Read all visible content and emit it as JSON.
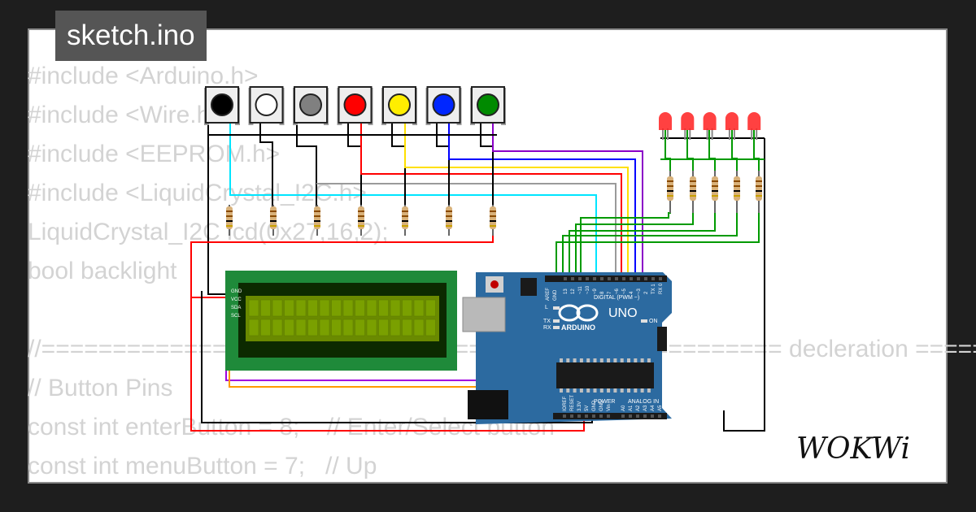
{
  "header": {
    "file_name": "sketch.ino"
  },
  "code": {
    "lines": [
      "#include <Arduino.h>",
      "#include <Wire.h>",
      "#include <EEPROM.h>",
      "#include <LiquidCrystal_I2C.h>",
      "LiquidCrystal_I2C lcd(0x27,16,2);",
      "bool backlight",
      "",
      "//==================================================== decleration =====",
      "// Button Pins",
      "const int enterButton = 8;    // Enter/Select button",
      "const int menuButton = 7;   // Up"
    ]
  },
  "circuit": {
    "buttons": [
      {
        "name": "black",
        "color": "#000000"
      },
      {
        "name": "white",
        "color": "#ffffff"
      },
      {
        "name": "gray",
        "color": "#808080"
      },
      {
        "name": "red",
        "color": "#ff0000"
      },
      {
        "name": "yellow",
        "color": "#ffee00"
      },
      {
        "name": "blue",
        "color": "#0026ff"
      },
      {
        "name": "green",
        "color": "#008a00"
      }
    ],
    "leds_count": 5,
    "lcd": {
      "pins": [
        "GND",
        "VCC",
        "SDA",
        "SCL"
      ]
    },
    "arduino": {
      "brand": "ARDUINO",
      "model": "UNO",
      "digital_label": "DIGITAL (PWM ~)",
      "analog_label": "ANALOG IN",
      "power_label": "POWER",
      "on_label": "ON",
      "l_label": "L",
      "tx_label": "TX",
      "rx_label": "RX",
      "aref_label": "AREF",
      "gnd_label": "GND",
      "digital_pins": [
        "13",
        "12",
        "~11",
        "~10",
        "~9",
        "8",
        "7",
        "~6",
        "~5",
        "4",
        "~3",
        "2",
        "TX 1",
        "RX 0"
      ],
      "power_pins": [
        "IOREF",
        "RESET",
        "3.3V",
        "5V",
        "GND",
        "GND",
        "Vin"
      ],
      "analog_pins": [
        "A0",
        "A1",
        "A2",
        "A3",
        "A4",
        "A5"
      ]
    }
  },
  "brand": {
    "logo": "WOKWi"
  },
  "colors": {
    "board": "#2c6aa0",
    "lcd_pcb": "#1f8a3a",
    "lcd_screen": "#6a8a00",
    "wire_cyan": "#00e5ff",
    "wire_red": "#ff0000",
    "wire_yellow": "#ffe000",
    "wire_blue": "#0000ff",
    "wire_purple": "#8a00c8",
    "wire_green": "#009a00",
    "wire_orange": "#ff9a00"
  }
}
